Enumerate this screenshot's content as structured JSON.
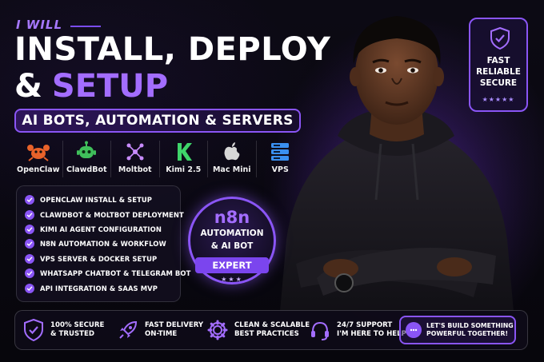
{
  "headline": {
    "kicker": "I WILL",
    "line1": "INSTALL, DEPLOY",
    "line2_amp": "&",
    "line2_accent": "SETUP",
    "subtitle": "AI BOTS, AUTOMATION & SERVERS"
  },
  "tech": [
    {
      "label": "OpenClaw",
      "icon": "crab-icon"
    },
    {
      "label": "ClawdBot",
      "icon": "robot-icon"
    },
    {
      "label": "Moltbot",
      "icon": "network-icon"
    },
    {
      "label": "Kimi 2.5",
      "icon": "k-logo-icon"
    },
    {
      "label": "Mac Mini",
      "icon": "apple-icon"
    },
    {
      "label": "VPS",
      "icon": "server-icon"
    }
  ],
  "checklist": [
    "OPENCLAW INSTALL & SETUP",
    "CLAWDBOT & MOLTBOT DEPLOYMENT",
    "KIMI AI AGENT CONFIGURATION",
    "N8N AUTOMATION & WORKFLOW",
    "VPS SERVER & DOCKER SETUP",
    "WHATSAPP CHATBOT & TELEGRAM BOT",
    "API INTEGRATION & SAAS MVP"
  ],
  "badge": {
    "logo": "n8n",
    "line1": "AUTOMATION",
    "line2": "& AI BOT",
    "ribbon": "EXPERT",
    "stars": "★★★"
  },
  "fastcard": {
    "word1": "FAST",
    "word2": "RELIABLE",
    "word3": "SECURE",
    "stars": "★★★★★"
  },
  "features": [
    {
      "icon": "shield-check-icon",
      "line1": "100% SECURE",
      "line2": "& TRUSTED"
    },
    {
      "icon": "rocket-icon",
      "line1": "FAST DELIVERY",
      "line2": "ON-TIME"
    },
    {
      "icon": "gear-icon",
      "line1": "CLEAN & SCALABLE",
      "line2": "BEST PRACTICES"
    },
    {
      "icon": "headset-icon",
      "line1": "24/7 SUPPORT",
      "line2": "I'M HERE TO HELP"
    }
  ],
  "cta": {
    "icon": "chat-bubble-icon",
    "line1": "LET'S BUILD SOMETHING",
    "line2": "POWERFUL TOGETHER!"
  },
  "colors": {
    "accent": "#8a55f5",
    "accent_text": "#a36dff",
    "background": "#07060c"
  }
}
